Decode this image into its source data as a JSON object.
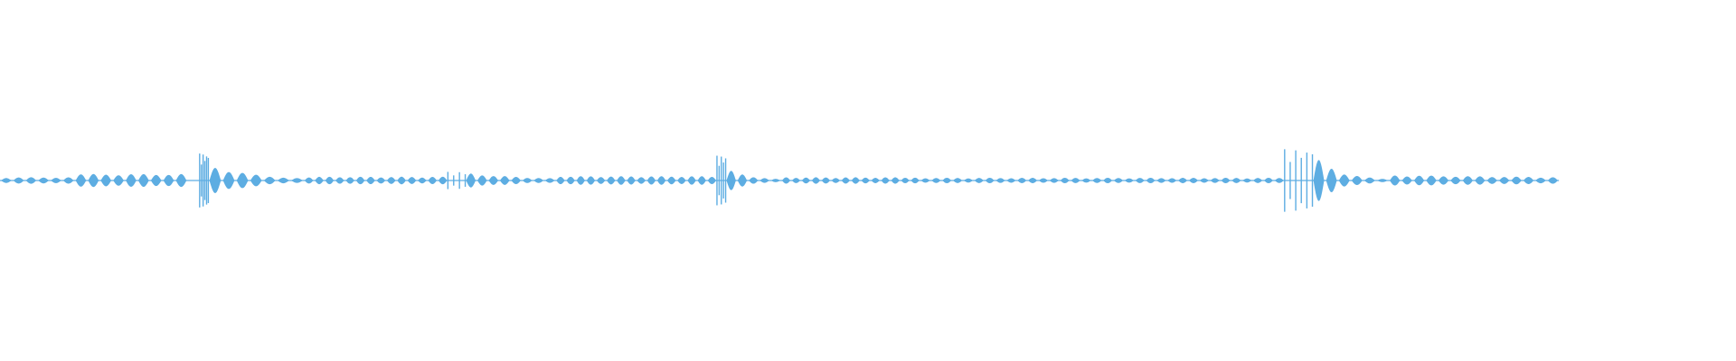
{
  "waveform": {
    "color": "#5dade2",
    "background": "#ffffff",
    "baseline_amplitude": 0.01,
    "segments": [
      {
        "start": 0.0,
        "end": 0.043,
        "lobes": 6,
        "peak": 0.06,
        "decay": 0.0
      },
      {
        "start": 0.043,
        "end": 0.108,
        "lobes": 9,
        "peak": 0.12,
        "decay": 0.0
      },
      {
        "start": 0.115,
        "end": 0.12,
        "lobes": 6,
        "peak": 0.5,
        "decay": 0.0,
        "spiky": true
      },
      {
        "start": 0.12,
        "end": 0.175,
        "lobes": 7,
        "peak": 0.26,
        "decay": 0.8
      },
      {
        "start": 0.175,
        "end": 0.258,
        "lobes": 14,
        "peak": 0.07,
        "decay": 0.0
      },
      {
        "start": 0.258,
        "end": 0.268,
        "lobes": 4,
        "peak": 0.16,
        "decay": 0.0,
        "spiky": true
      },
      {
        "start": 0.268,
        "end": 0.32,
        "lobes": 8,
        "peak": 0.13,
        "decay": 0.5
      },
      {
        "start": 0.32,
        "end": 0.413,
        "lobes": 16,
        "peak": 0.08,
        "decay": 0.0
      },
      {
        "start": 0.413,
        "end": 0.418,
        "lobes": 5,
        "peak": 0.46,
        "decay": 0.0,
        "spiky": true
      },
      {
        "start": 0.418,
        "end": 0.45,
        "lobes": 5,
        "peak": 0.18,
        "decay": 0.8
      },
      {
        "start": 0.45,
        "end": 0.53,
        "lobes": 14,
        "peak": 0.06,
        "decay": 0.0
      },
      {
        "start": 0.53,
        "end": 0.74,
        "lobes": 34,
        "peak": 0.05,
        "decay": 0.0
      },
      {
        "start": 0.74,
        "end": 0.756,
        "lobes": 6,
        "peak": 0.58,
        "decay": 0.0,
        "spiky": true
      },
      {
        "start": 0.756,
        "end": 0.8,
        "lobes": 6,
        "peak": 0.38,
        "decay": 1.1
      },
      {
        "start": 0.8,
        "end": 0.898,
        "lobes": 14,
        "peak": 0.1,
        "decay": 0.2
      }
    ]
  }
}
